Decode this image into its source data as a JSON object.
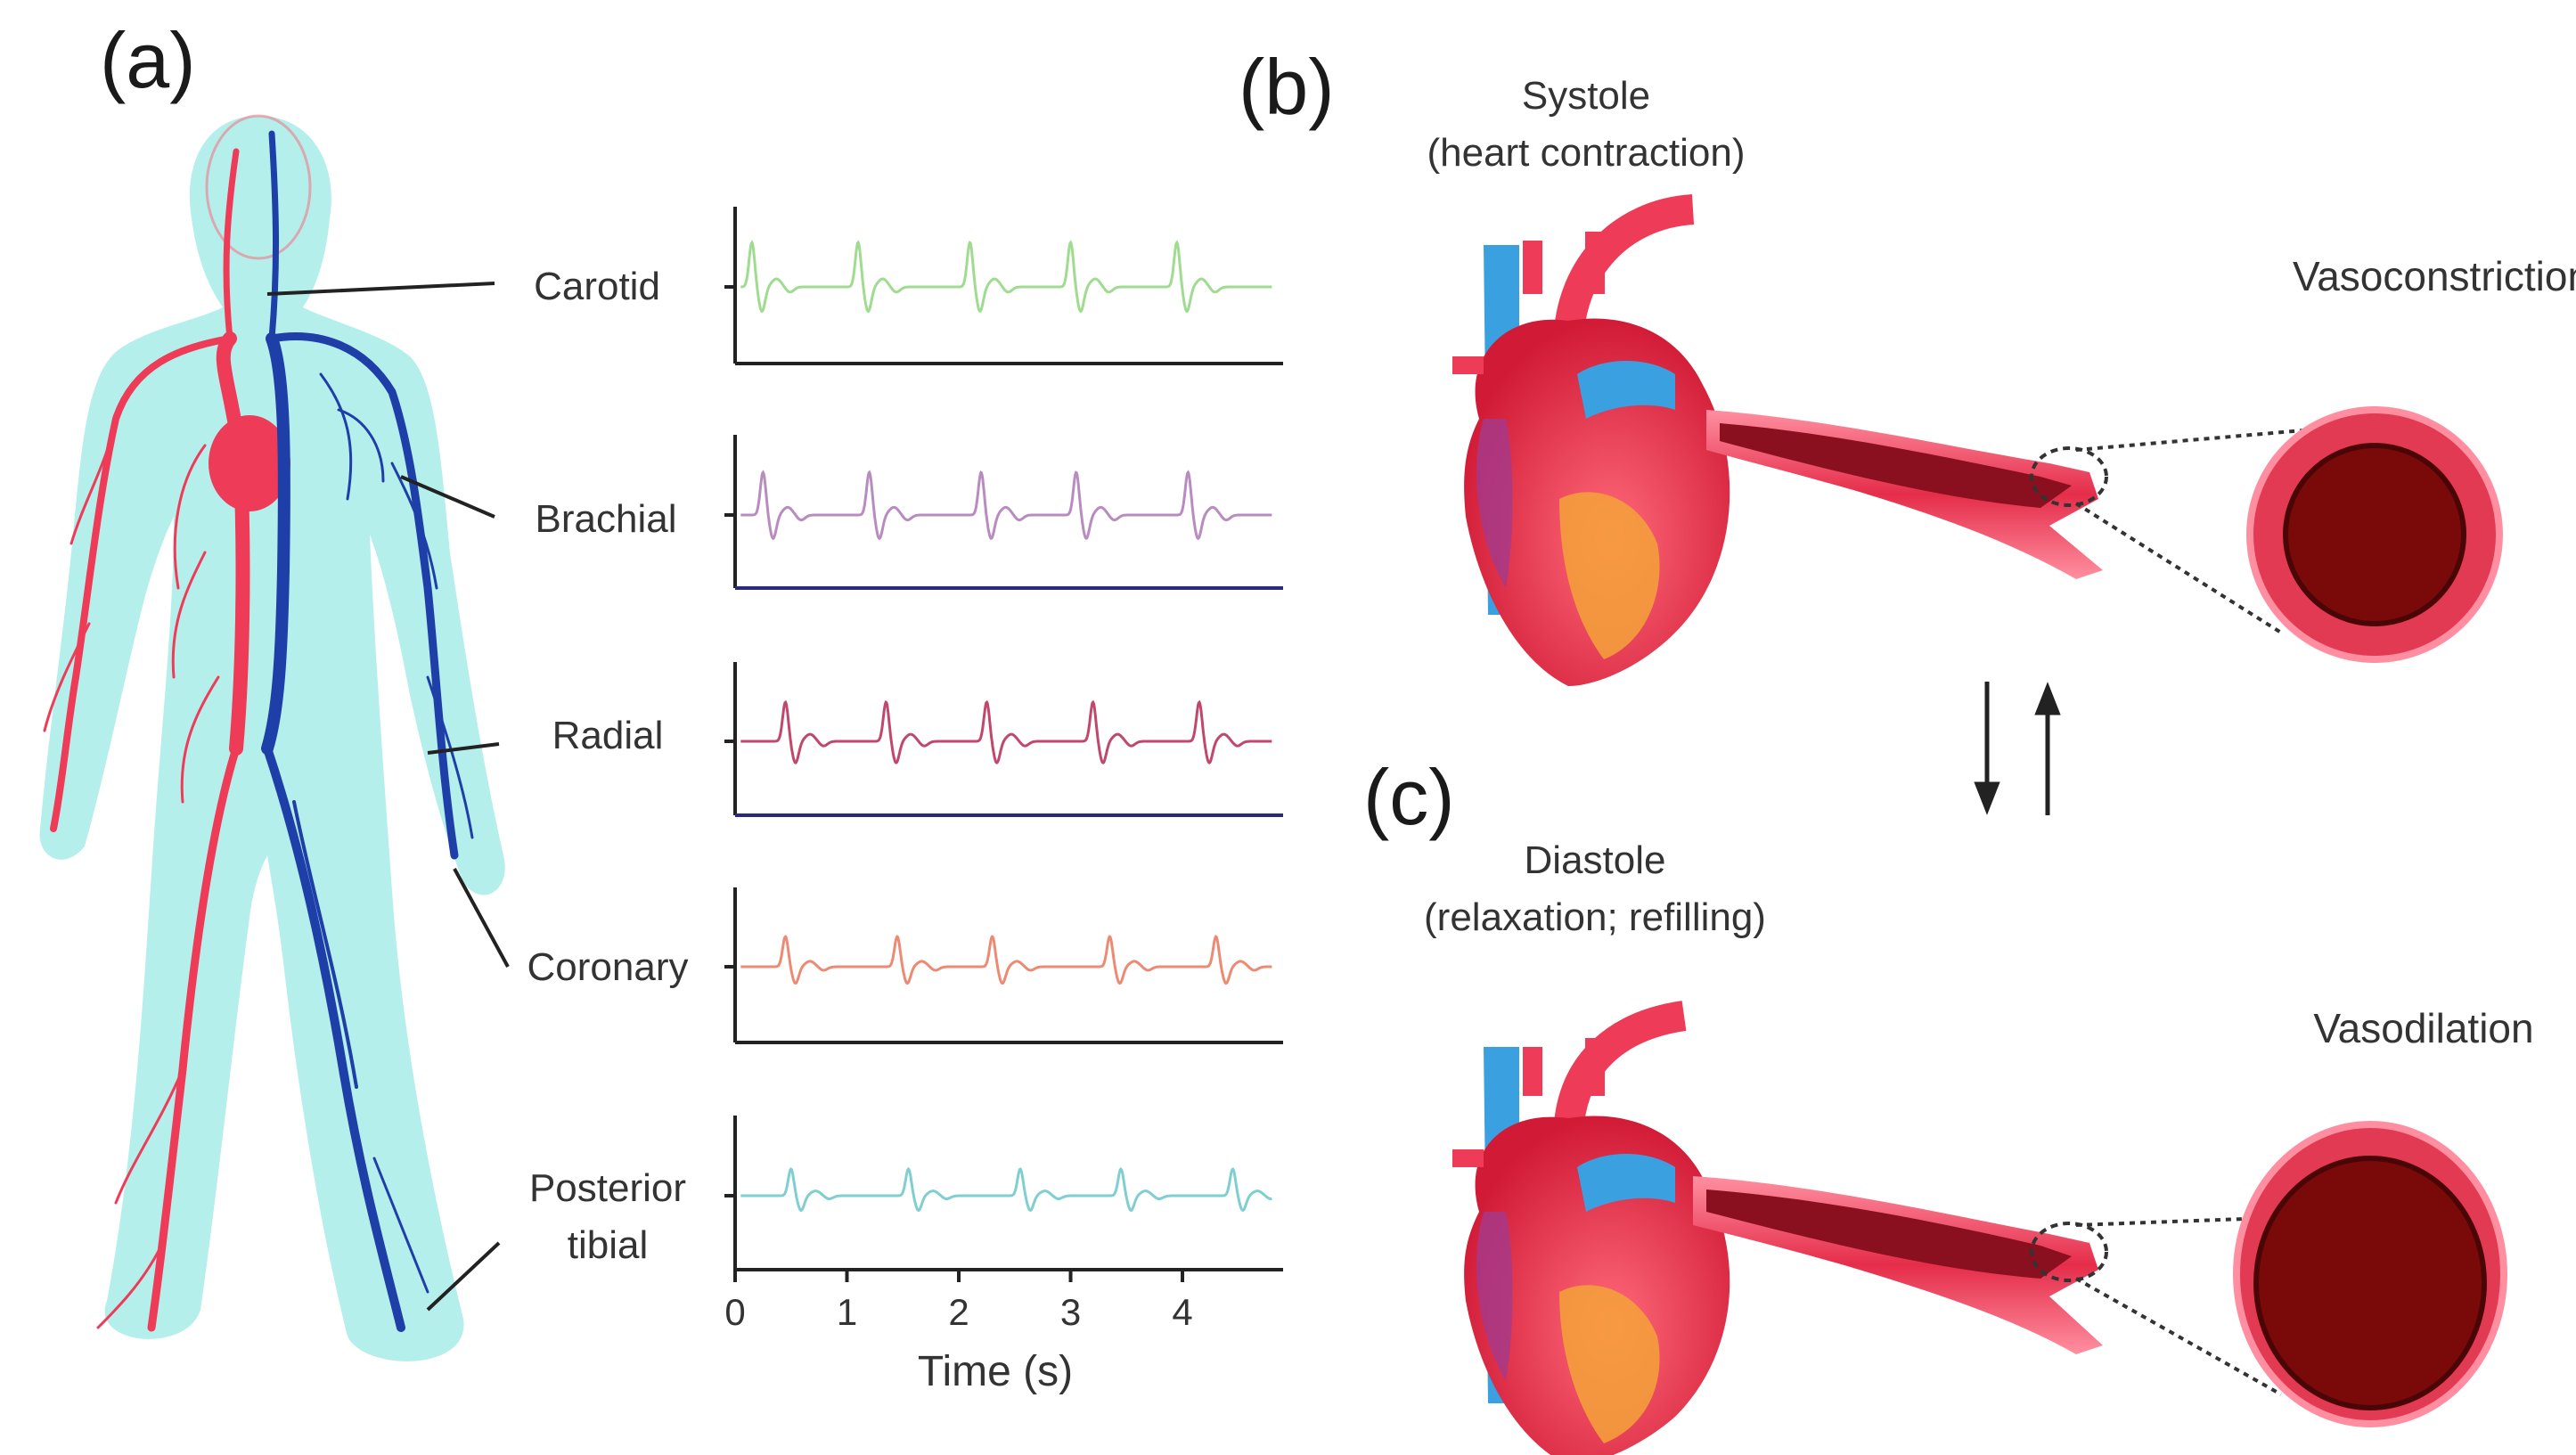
{
  "panels": {
    "a": "(a)",
    "b": "(b)",
    "c": "(c)"
  },
  "pulse_sites": [
    {
      "lines": [
        "Carotid"
      ],
      "color": "#9fdc8f"
    },
    {
      "lines": [
        "Brachial"
      ],
      "color": "#b98cc0"
    },
    {
      "lines": [
        "Radial"
      ],
      "color": "#c0486c"
    },
    {
      "lines": [
        "Coronary"
      ],
      "color": "#ec8a73"
    },
    {
      "lines": [
        "Posterior",
        "tibial"
      ],
      "color": "#7fcfd1"
    }
  ],
  "time_axis": {
    "label": "Time (s)",
    "ticks": [
      "0",
      "1",
      "2",
      "3",
      "4"
    ],
    "range": [
      0,
      4.9
    ]
  },
  "systole": {
    "line1": "Systole",
    "line2": "(heart contraction)"
  },
  "diastole": {
    "line1": "Diastole",
    "line2": "(relaxation;  refilling)"
  },
  "states": {
    "constriction": "Vasoconstriction",
    "dilation": "Vasodilation"
  },
  "colors": {
    "artery": "#ee3b57",
    "vein": "#1f3fa8",
    "body_glow": "#a8ece8",
    "lumen": "#7a0a0a",
    "vessel_wall": "#e23a52"
  },
  "icons": {
    "exchange": "reversible-arrows-icon"
  }
}
